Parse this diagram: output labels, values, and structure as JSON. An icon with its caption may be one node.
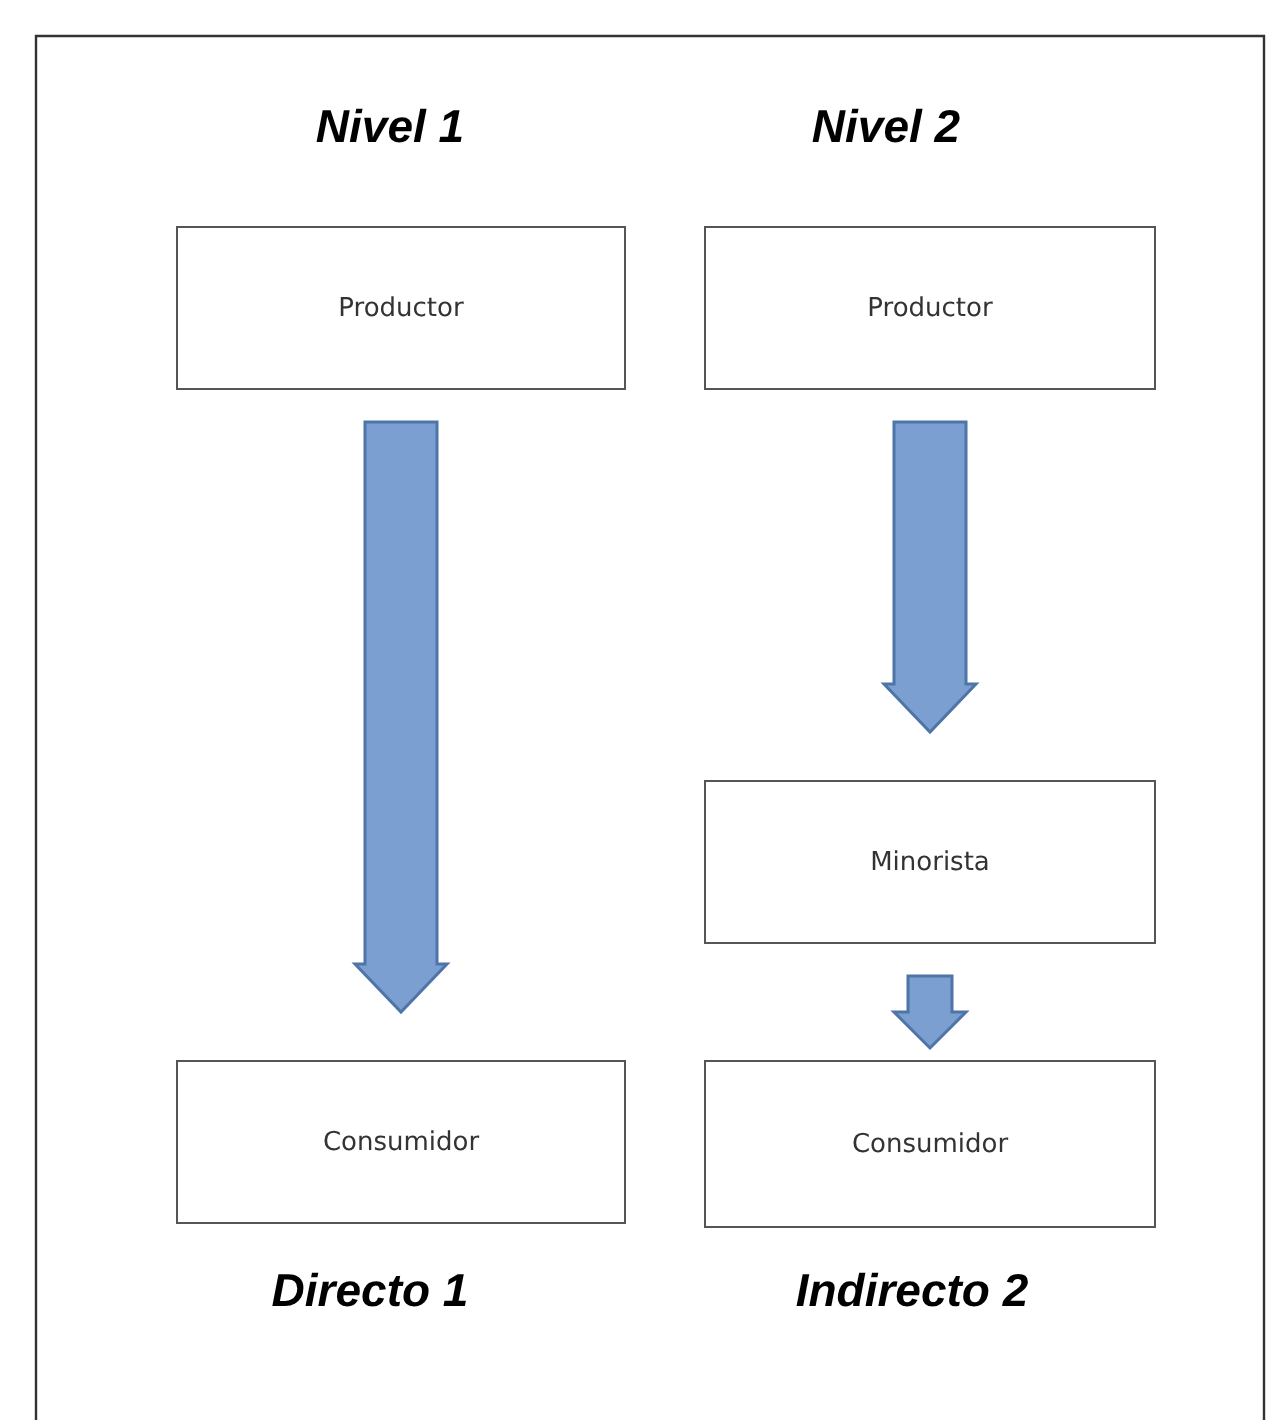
{
  "diagram": {
    "nodes": [
      {
        "text": [
          "Productor"
        ]
      },
      {
        "text": [
          "Productor"
        ]
      },
      {
        "text": [
          "Minorista"
        ]
      },
      {
        "text": [
          "Consumidor"
        ]
      },
      {
        "text": [
          "Consumidor"
        ]
      }
    ],
    "edges": [
      {
        "from": 0,
        "to": 3,
        "arrow": "to",
        "style": "thick"
      },
      {
        "from": 1,
        "to": 2,
        "arrow": "to",
        "style": "thick"
      },
      {
        "from": 2,
        "to": 4,
        "arrow": "to",
        "style": "thick"
      }
    ],
    "labels": [
      "Nivel 1",
      "Nivel 2",
      "Directo 1",
      "Indirecto 2"
    ]
  }
}
